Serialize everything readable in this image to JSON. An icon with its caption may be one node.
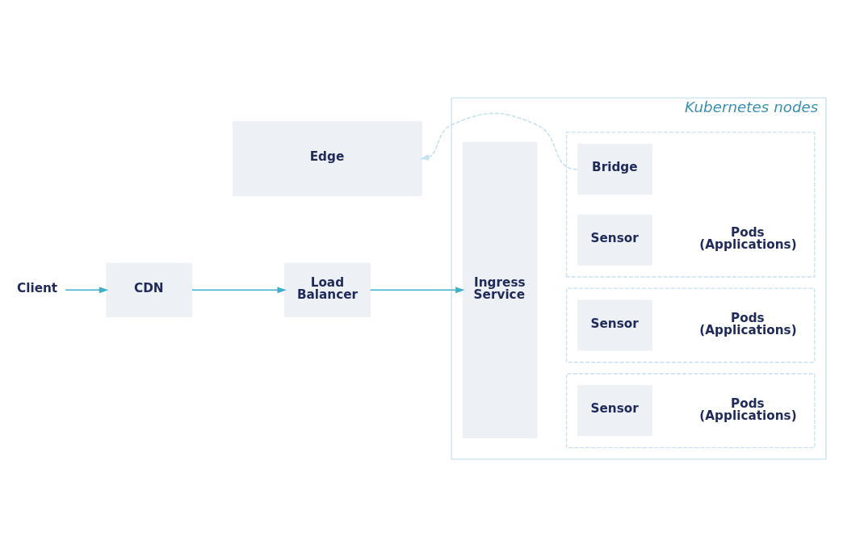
{
  "diagram": {
    "nodes": [
      {
        "text": [
          "Edge"
        ]
      },
      {
        "text": [
          "Kubernetes nodes"
        ]
      },
      {
        "text": [],
        "shape": "box",
        "in": 1
      },
      {
        "text": [
          "Bridge"
        ],
        "in": 2
      },
      {
        "text": [
          "Sensor"
        ],
        "in": 2
      },
      {
        "text": [
          "Pods (Applications)"
        ],
        "in": 2
      },
      {
        "text": [
          "Client"
        ]
      },
      {
        "text": [
          "CDN"
        ]
      },
      {
        "text": [
          "Load Balancer"
        ]
      },
      {
        "text": [
          "Ingress Service"
        ],
        "in": 1
      },
      {
        "text": [],
        "shape": "box",
        "in": 1
      },
      {
        "text": [
          "Sensor"
        ],
        "in": 10
      },
      {
        "text": [
          "Pods (Applications)"
        ],
        "in": 10
      },
      {
        "text": [],
        "shape": "box",
        "in": 1
      },
      {
        "text": [
          "Sensor"
        ],
        "in": 13
      },
      {
        "text": [
          "Pods (Applications)"
        ],
        "in": 13
      }
    ],
    "edges": [
      {
        "from": 3,
        "to": 0,
        "arrow": "to",
        "style": "dashed",
        "color": "#c6e2ee"
      },
      {
        "from": 6,
        "to": 7,
        "arrow": "to"
      },
      {
        "from": 7,
        "to": 8,
        "arrow": "to"
      },
      {
        "from": 8,
        "to": 9,
        "arrow": "to"
      }
    ]
  }
}
